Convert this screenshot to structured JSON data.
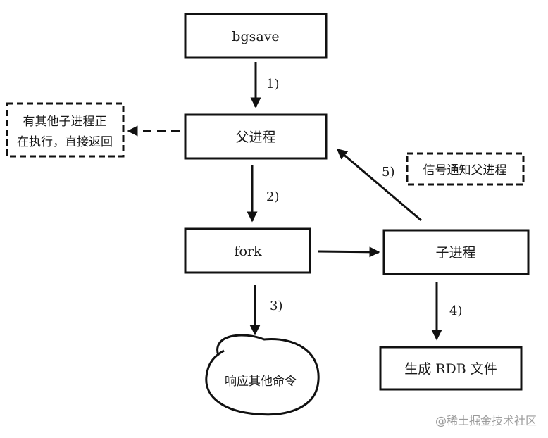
{
  "nodes": {
    "bgsave": "bgsave",
    "parent": "父进程",
    "fork": "fork",
    "child": "子进程",
    "respond": "响应其他命令",
    "rdb": "生成 RDB 文件",
    "other_line1": "有其他子进程正",
    "other_line2": "在执行，直接返回",
    "signal": "信号通知父进程"
  },
  "steps": {
    "s1": "1)",
    "s2": "2)",
    "s3": "3)",
    "s4": "4)",
    "s5": "5)"
  },
  "watermark": "@稀土掘金技术社区"
}
